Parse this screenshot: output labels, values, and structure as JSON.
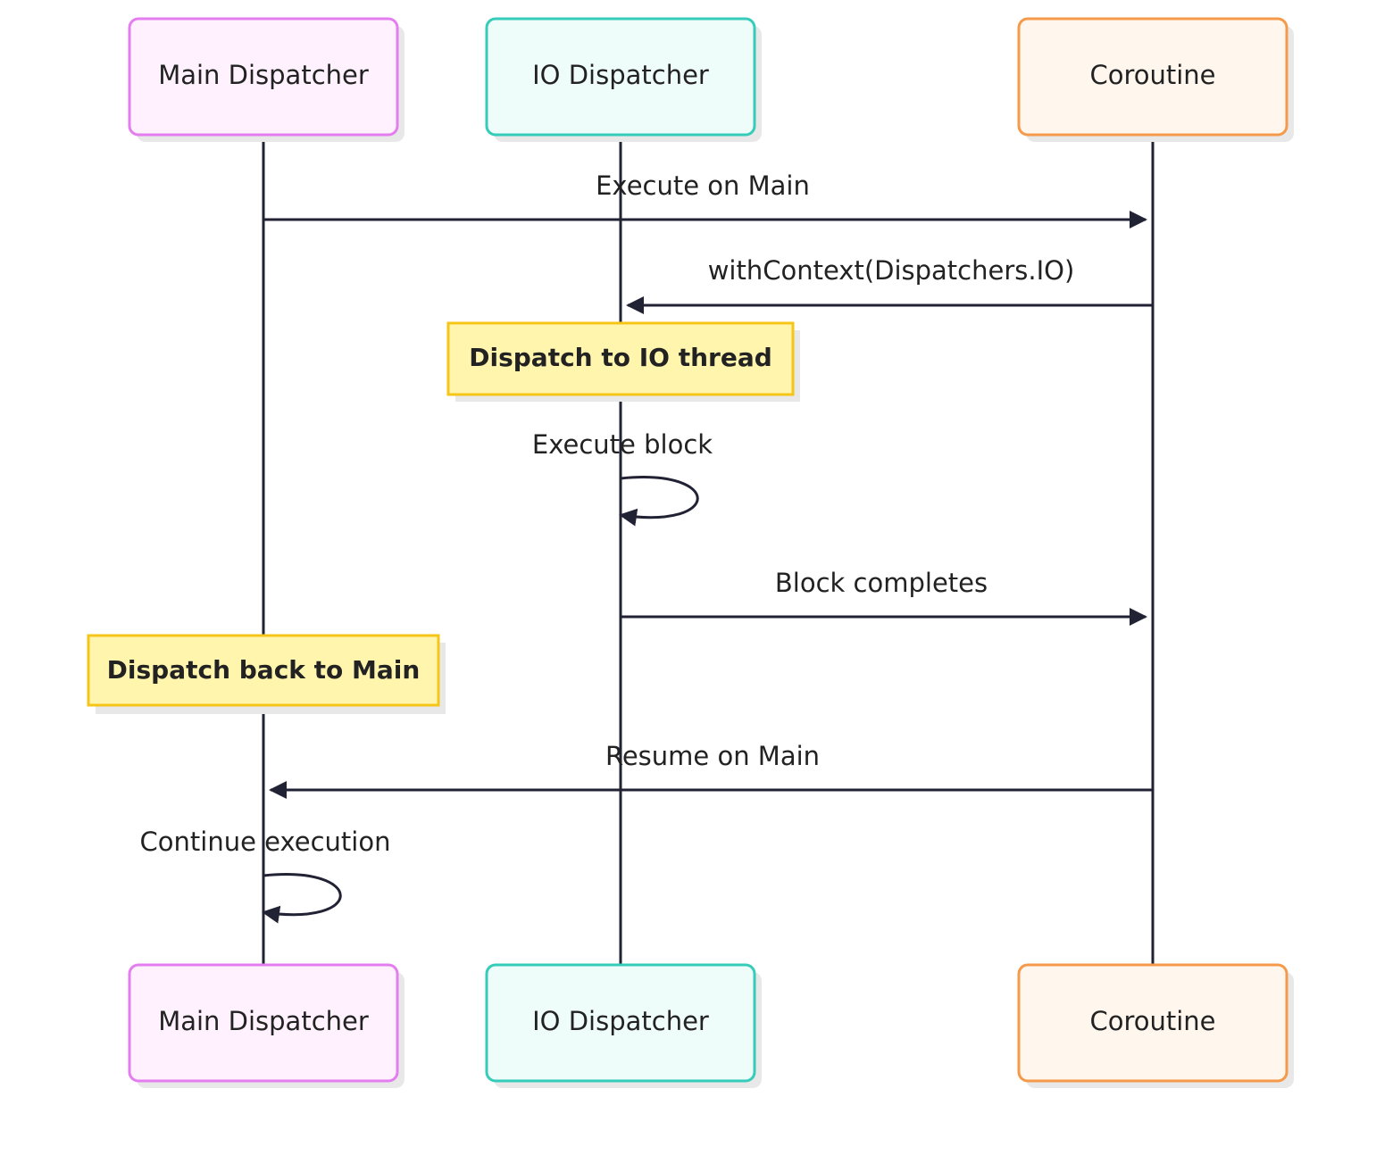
{
  "actors": [
    {
      "id": "main",
      "label": "Main Dispatcher",
      "stroke": "#e47ef0",
      "fill": "#fff1fd"
    },
    {
      "id": "io",
      "label": "IO Dispatcher",
      "stroke": "#35ccb9",
      "fill": "#effdfa"
    },
    {
      "id": "co",
      "label": "Coroutine",
      "stroke": "#f49a4a",
      "fill": "#fff6ee"
    }
  ],
  "messages": [
    {
      "from": "main",
      "to": "co",
      "label": "Execute on Main"
    },
    {
      "from": "co",
      "to": "io",
      "label": "withContext(Dispatchers.IO)"
    },
    {
      "from": "io",
      "to": "io",
      "label": "Execute block"
    },
    {
      "from": "io",
      "to": "co",
      "label": "Block completes"
    },
    {
      "from": "co",
      "to": "main",
      "label": "Resume on Main"
    },
    {
      "from": "main",
      "to": "main",
      "label": "Continue execution"
    }
  ],
  "notes": [
    {
      "over": "io",
      "label": "Dispatch to IO thread"
    },
    {
      "over": "main",
      "label": "Dispatch back to Main"
    }
  ],
  "colors": {
    "line": "#222235",
    "note_fill": "#fff5ad",
    "note_stroke": "#f5c518",
    "shadow": "#e8e8e8"
  }
}
